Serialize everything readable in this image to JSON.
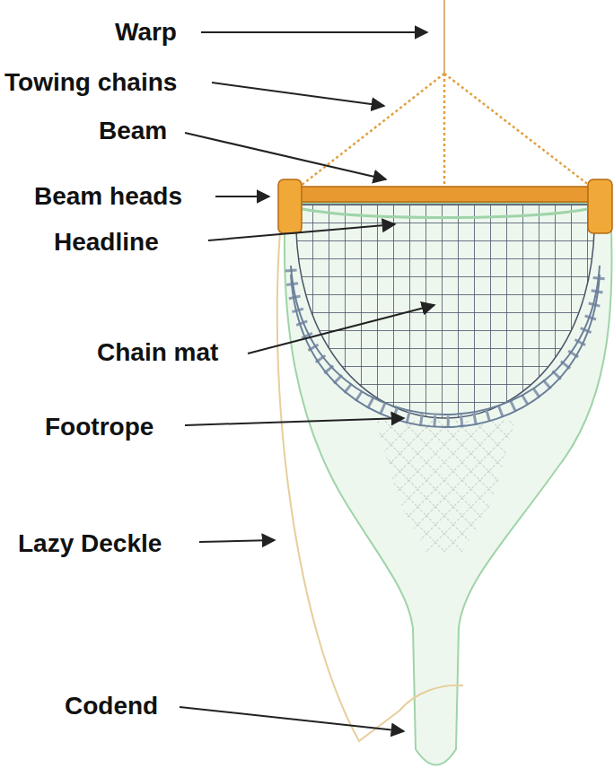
{
  "diagram": {
    "labels": [
      "Warp",
      "Towing chains",
      "Beam",
      "Beam heads",
      "Headline",
      "Chain mat",
      "Footrope",
      "Lazy Deckle",
      "Codend"
    ]
  }
}
